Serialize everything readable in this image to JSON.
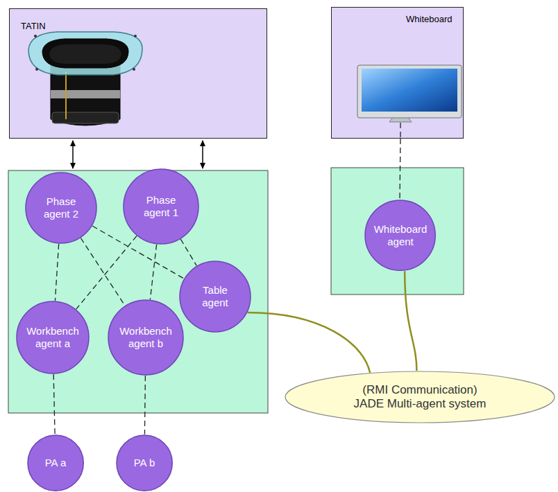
{
  "diagram": {
    "nodes": [
      {
        "text": [
          "TATIN"
        ]
      },
      {
        "text": [
          "Whiteboard"
        ]
      },
      {
        "text": [
          "Phase agent 2"
        ]
      },
      {
        "text": [
          "Phase agent 1"
        ]
      },
      {
        "text": [
          "Whiteboard agent"
        ]
      },
      {
        "text": [
          "Table agent"
        ]
      },
      {
        "text": [
          "Workbench agent a"
        ]
      },
      {
        "text": [
          "Workbench agent b"
        ]
      },
      {
        "text": [
          "(RMI Communication)",
          "JADE Multi-agent system"
        ]
      },
      {
        "text": [
          "PA a"
        ]
      },
      {
        "text": [
          "PA b"
        ]
      }
    ],
    "edges": [
      {
        "from": 2,
        "to": 6,
        "arrow": "none"
      },
      {
        "from": 2,
        "to": 7,
        "arrow": "none"
      },
      {
        "from": 2,
        "to": 5,
        "arrow": "none"
      },
      {
        "from": 3,
        "to": 6,
        "arrow": "none"
      },
      {
        "from": 3,
        "to": 7,
        "arrow": "none"
      },
      {
        "from": 3,
        "to": 5,
        "arrow": "none"
      },
      {
        "from": 6,
        "to": 9,
        "arrow": "none"
      },
      {
        "from": 7,
        "to": 10,
        "arrow": "none"
      },
      {
        "from": 1,
        "to": 4,
        "arrow": "none"
      },
      {
        "from": 5,
        "to": 8,
        "arrow": "none"
      },
      {
        "from": 4,
        "to": 8,
        "arrow": "none"
      }
    ]
  }
}
